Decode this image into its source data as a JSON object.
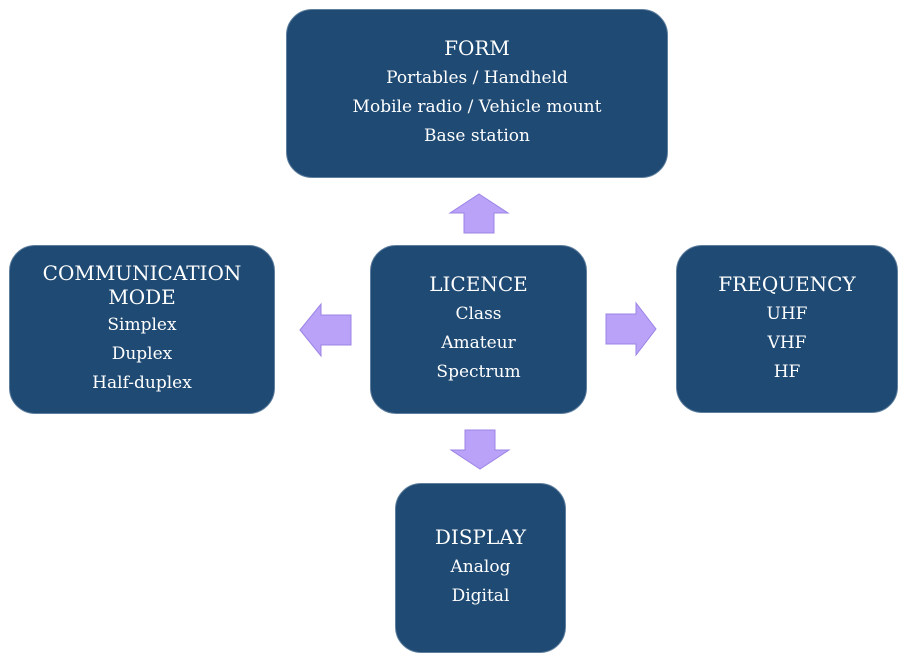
{
  "center": {
    "title": "LICENCE",
    "items": [
      "Class",
      "Amateur",
      "Spectrum"
    ]
  },
  "form": {
    "title": "FORM",
    "items": [
      "Portables / Handheld",
      "Mobile radio / Vehicle mount",
      "Base station"
    ]
  },
  "communication_mode": {
    "title_line1": "COMMUNICATION",
    "title_line2": "MODE",
    "items": [
      "Simplex",
      "Duplex",
      "Half-duplex"
    ]
  },
  "frequency": {
    "title": "FREQUENCY",
    "items": [
      "UHF",
      "VHF",
      "HF"
    ]
  },
  "display": {
    "title": "DISPLAY",
    "items": [
      "Analog",
      "Digital"
    ]
  },
  "colors": {
    "box_fill": "#1f4a73",
    "box_border": "#5f7f9e",
    "arrow_fill": "#b9a2f8",
    "text": "#ffffff"
  }
}
